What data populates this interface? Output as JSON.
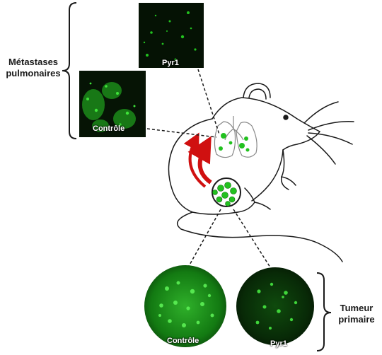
{
  "labels": {
    "metastases_line1": "Métastases",
    "metastases_line2": "pulmonaires",
    "tumeur_line1": "Tumeur",
    "tumeur_line2": "primaire"
  },
  "images": {
    "lung_pyr1_caption": "Pyr1",
    "lung_control_caption": "Contrôle",
    "tumor_control_caption": "Contrôle",
    "tumor_pyr1_caption": "Pyr1"
  },
  "colors": {
    "fluorescence_green": "#22c11f",
    "dark_background": "#071406",
    "arrow_red": "#d01010",
    "outline": "#1a1a1a"
  },
  "icons": [
    "mouse-icon",
    "lungs-icon",
    "tumor-icon"
  ]
}
